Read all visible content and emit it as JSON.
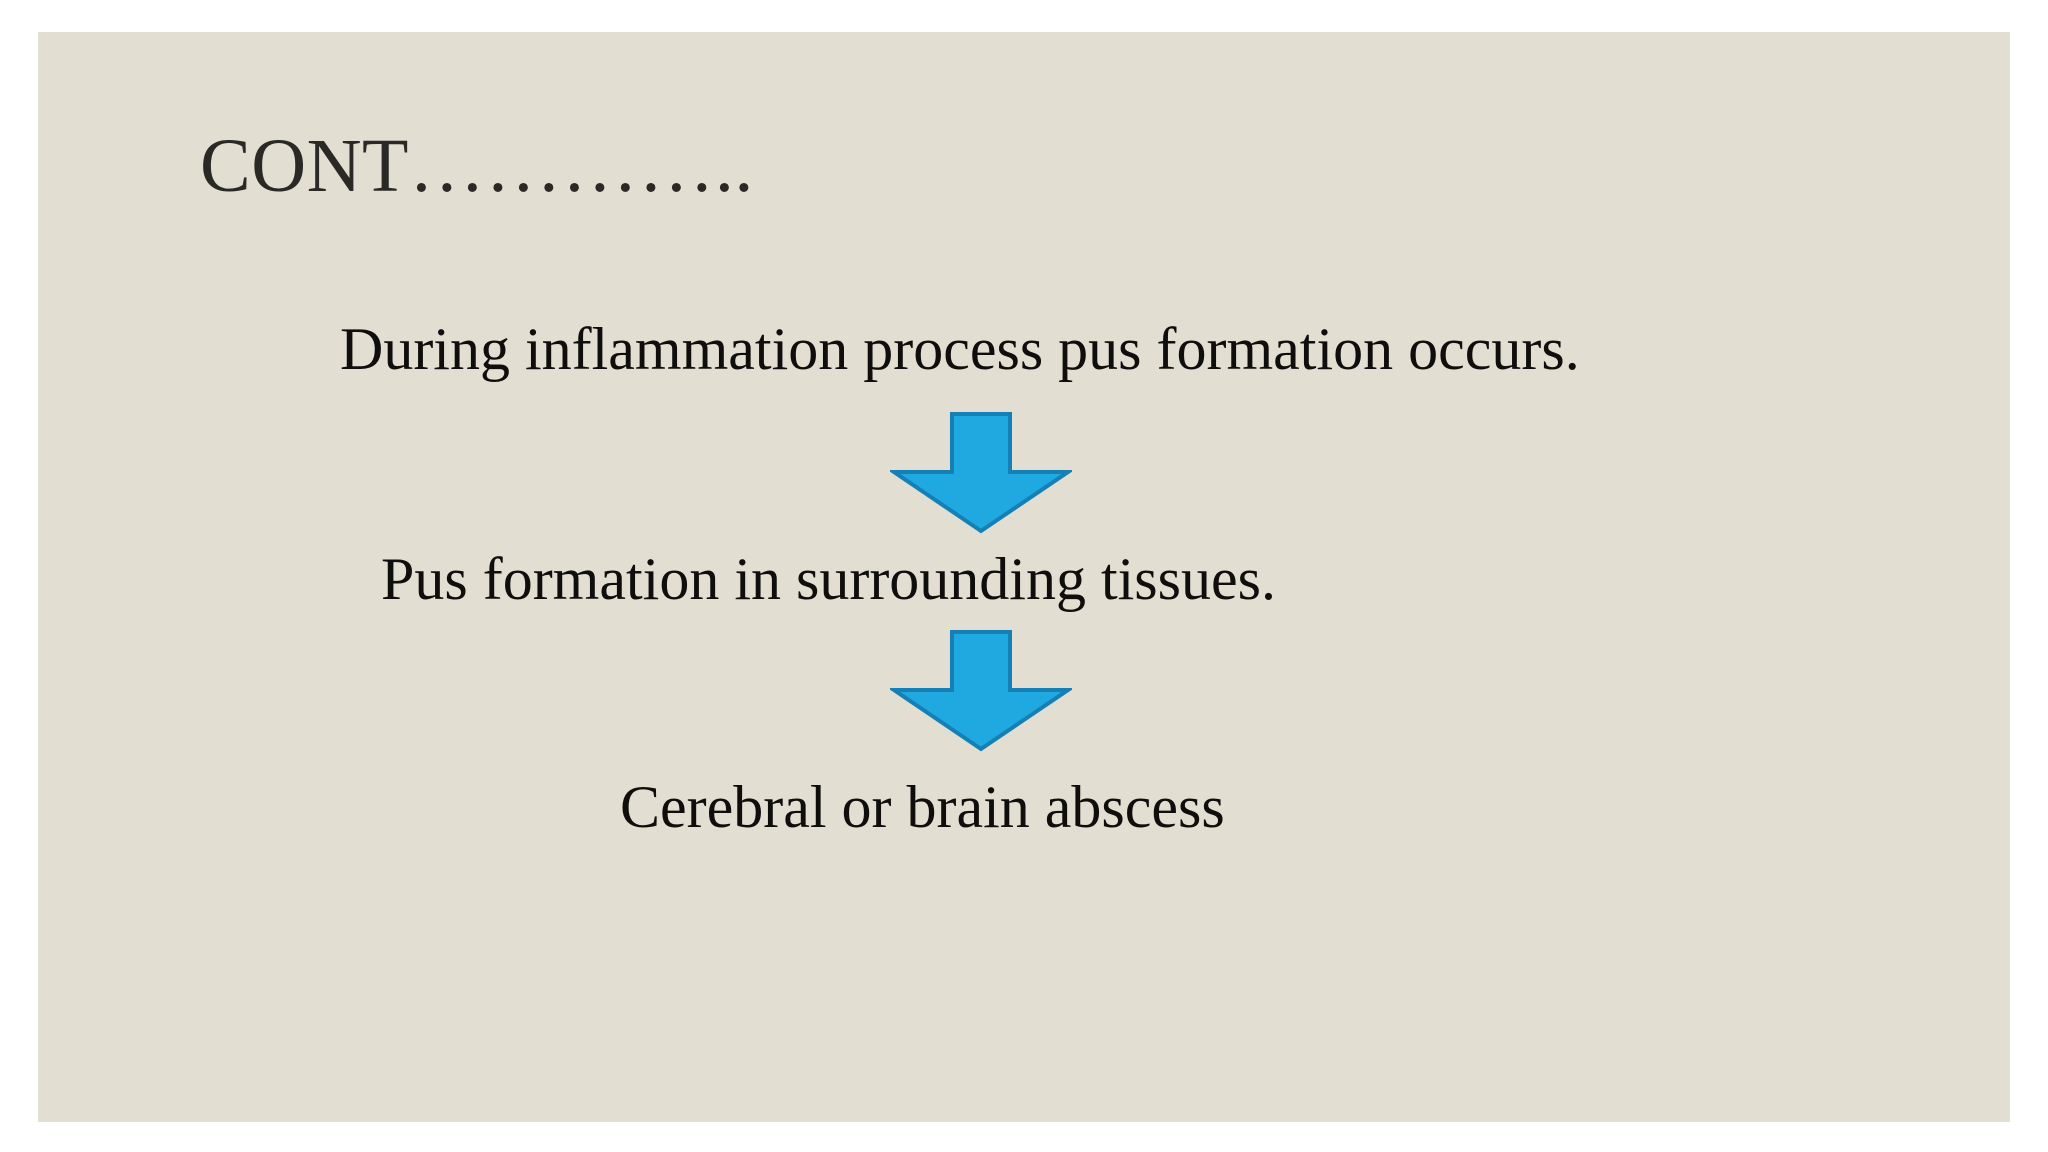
{
  "slide": {
    "title": "CONT…………..",
    "background_color": "#e2dfd2",
    "outer_background_color": "#ffffff",
    "title_color": "#2b2926",
    "body_text_color": "#100e0c"
  },
  "flow": {
    "steps": [
      {
        "id": "step-1",
        "text": "During inflammation process pus formation occurs."
      },
      {
        "id": "step-2",
        "text": "Pus formation in surrounding tissues."
      },
      {
        "id": "step-3",
        "text": "Cerebral or brain abscess"
      }
    ],
    "connectors": [
      {
        "id": "connector-1",
        "icon": "down-arrow-icon"
      },
      {
        "id": "connector-2",
        "icon": "down-arrow-icon"
      }
    ],
    "arrow_fill_color": "#1fa9e0",
    "arrow_stroke_color": "#1580b5"
  }
}
